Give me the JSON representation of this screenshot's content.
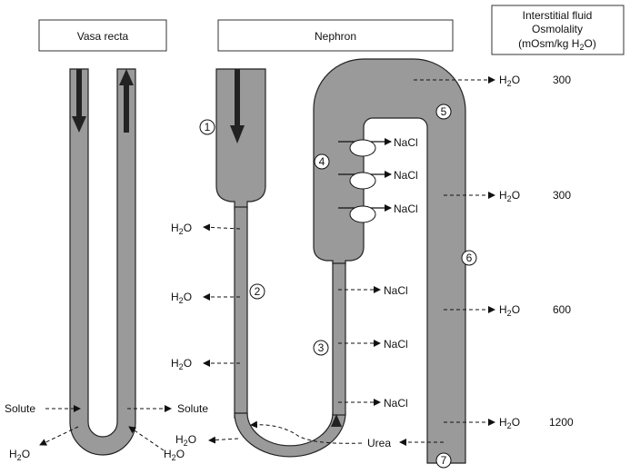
{
  "headers": {
    "vasa_recta": "Vasa recta",
    "nephron": "Nephron",
    "interstitial_line1": "Interstitial fluid",
    "interstitial_line2": "Osmolality",
    "interstitial_line3_pre": "(mOsm/kg H",
    "interstitial_line3_sub": "2",
    "interstitial_line3_post": "O)"
  },
  "water": {
    "h": "H",
    "sub": "2",
    "o": "O"
  },
  "labels": {
    "nacl": "NaCl",
    "solute": "Solute",
    "urea": "Urea"
  },
  "segments": [
    "1",
    "2",
    "3",
    "4",
    "5",
    "6",
    "7"
  ],
  "osmolality": [
    "300",
    "300",
    "600",
    "1200"
  ],
  "colors": {
    "tube_fill": "#9a9a9a",
    "arrow": "#222222"
  }
}
